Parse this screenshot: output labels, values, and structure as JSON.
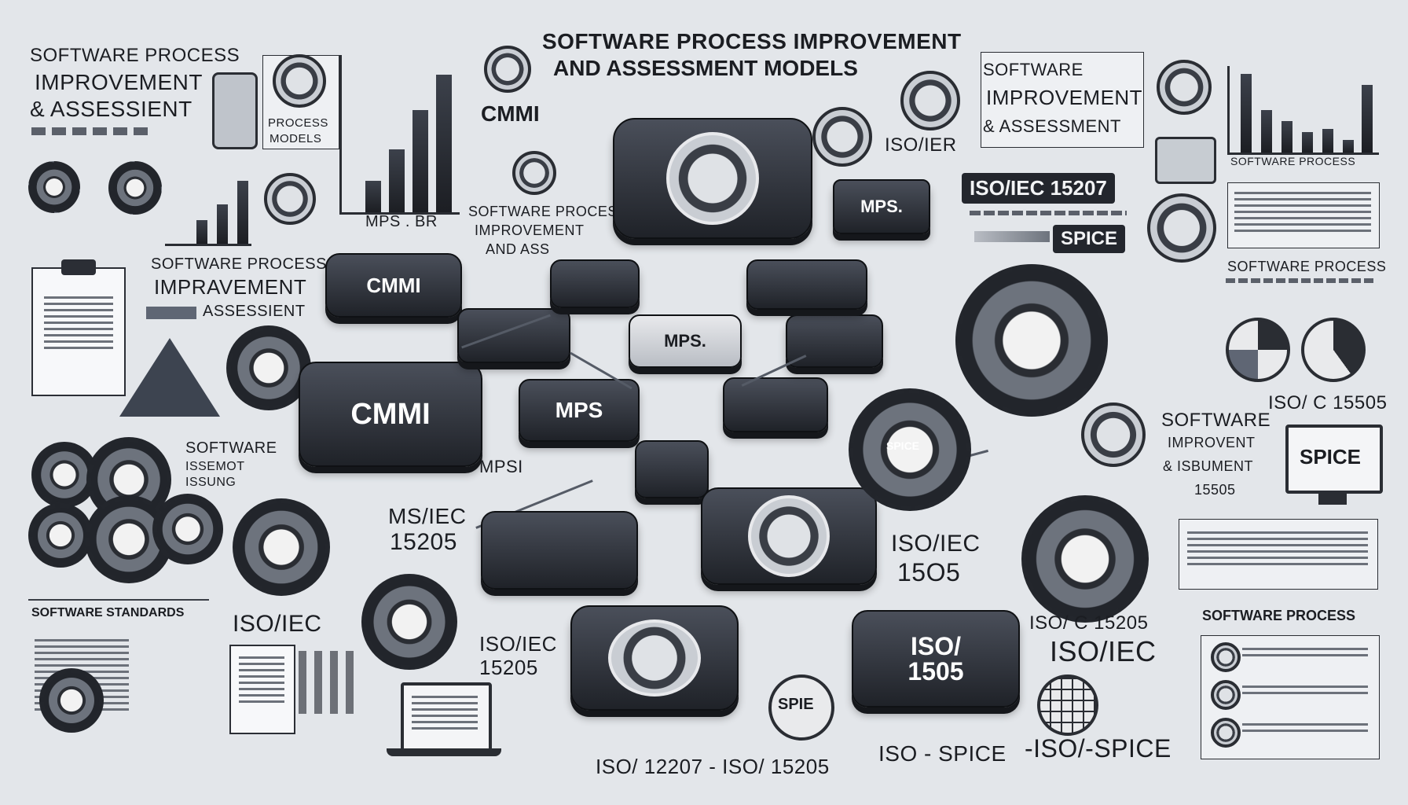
{
  "header": {
    "title_line1": "SOFTWARE PROCESS IMPROVEMENT",
    "title_line2": "AND ASSESSMENT MODELS"
  },
  "labels": {
    "tl_title_1": "SOFTWARE PROCESS",
    "tl_title_2": "IMPROVEMENT",
    "tl_title_3": "&  ASSESSIENT",
    "process_models_1": "PROCESS",
    "process_models_2": "MODELS",
    "mps_br": "MPS . BR",
    "cmmi_top": "CMMI",
    "sw_process_mid_1": "SOFTWARE PROCESS",
    "sw_process_mid_2": "IMPROVEMENT",
    "sw_process_mid_3": "AND ASS",
    "sw_left_1": "SOFTWARE PROCESS",
    "sw_left_2": "IMPRAVEMENT",
    "sw_left_3": "ASSESSIENT",
    "software_left": "SOFTWARE",
    "software_left_2": "ISSEMOT",
    "software_left_3": "ISSUNG",
    "ms_iec": "MS/IEC",
    "ms_iec_num": "15205",
    "mpsi": "MPSI",
    "iso_iec_left": "ISO/IEC",
    "iso_iec_bottom": "ISO/IEC",
    "iso_iec_bottom_num": "15205",
    "software_standards": "SOFTWARE STANDARDS",
    "bottom_center": "ISO/ 12207 - ISO/ 15205",
    "iso_spice_bottom": "ISO - SPICE",
    "iso_spice_right": "-ISO/-SPICE",
    "iso_c_15205": "ISO/ C 15205",
    "iso_iec_right": "ISO/IEC",
    "iso_iec_1505_1": "ISO/IEC",
    "iso_iec_1505_2": "15O5",
    "iso_ier": "ISO/IER",
    "iso_iec_15207": "ISO/IEC 15207",
    "spice_label": "SPICE",
    "sw_imp_right_1": "SOFTWARE",
    "sw_imp_right_2": "IMPROVEMENT",
    "sw_imp_right_3": "& ASSESSMENT",
    "software_process_tr": "SOFTWARE PROCESS",
    "software_process_r": "SOFTWARE PROCESS",
    "iso_15505": "ISO/ C 15505",
    "software_right_1": "SOFTWARE",
    "software_right_2": "IMPROVENT",
    "software_right_3": "& ISBUMENT",
    "software_right_4": "15505",
    "spice_monitor": "SPICE",
    "software_process_br": "SOFTWARE PROCESS"
  },
  "tiles": {
    "cmmi_small": "CMMI",
    "cmmi_big": "CMMI",
    "mps_center": "MPS.",
    "mps_mid": "MPS",
    "mps_right": "MPS.",
    "iso_1505": "ISO/\n1505",
    "spie": "SPIE",
    "spice_gear": "SPICE",
    "iso_tile": "ISO/"
  },
  "colors": {
    "background": "#e3e6ea",
    "ink": "#1d2027",
    "tile_dark": "#23262d"
  },
  "icons": [
    "gear-icon",
    "chart-icon",
    "clipboard-icon",
    "triangle-icon",
    "laptop-icon",
    "monitor-icon",
    "globe-icon",
    "target-icon",
    "pie-icon"
  ]
}
